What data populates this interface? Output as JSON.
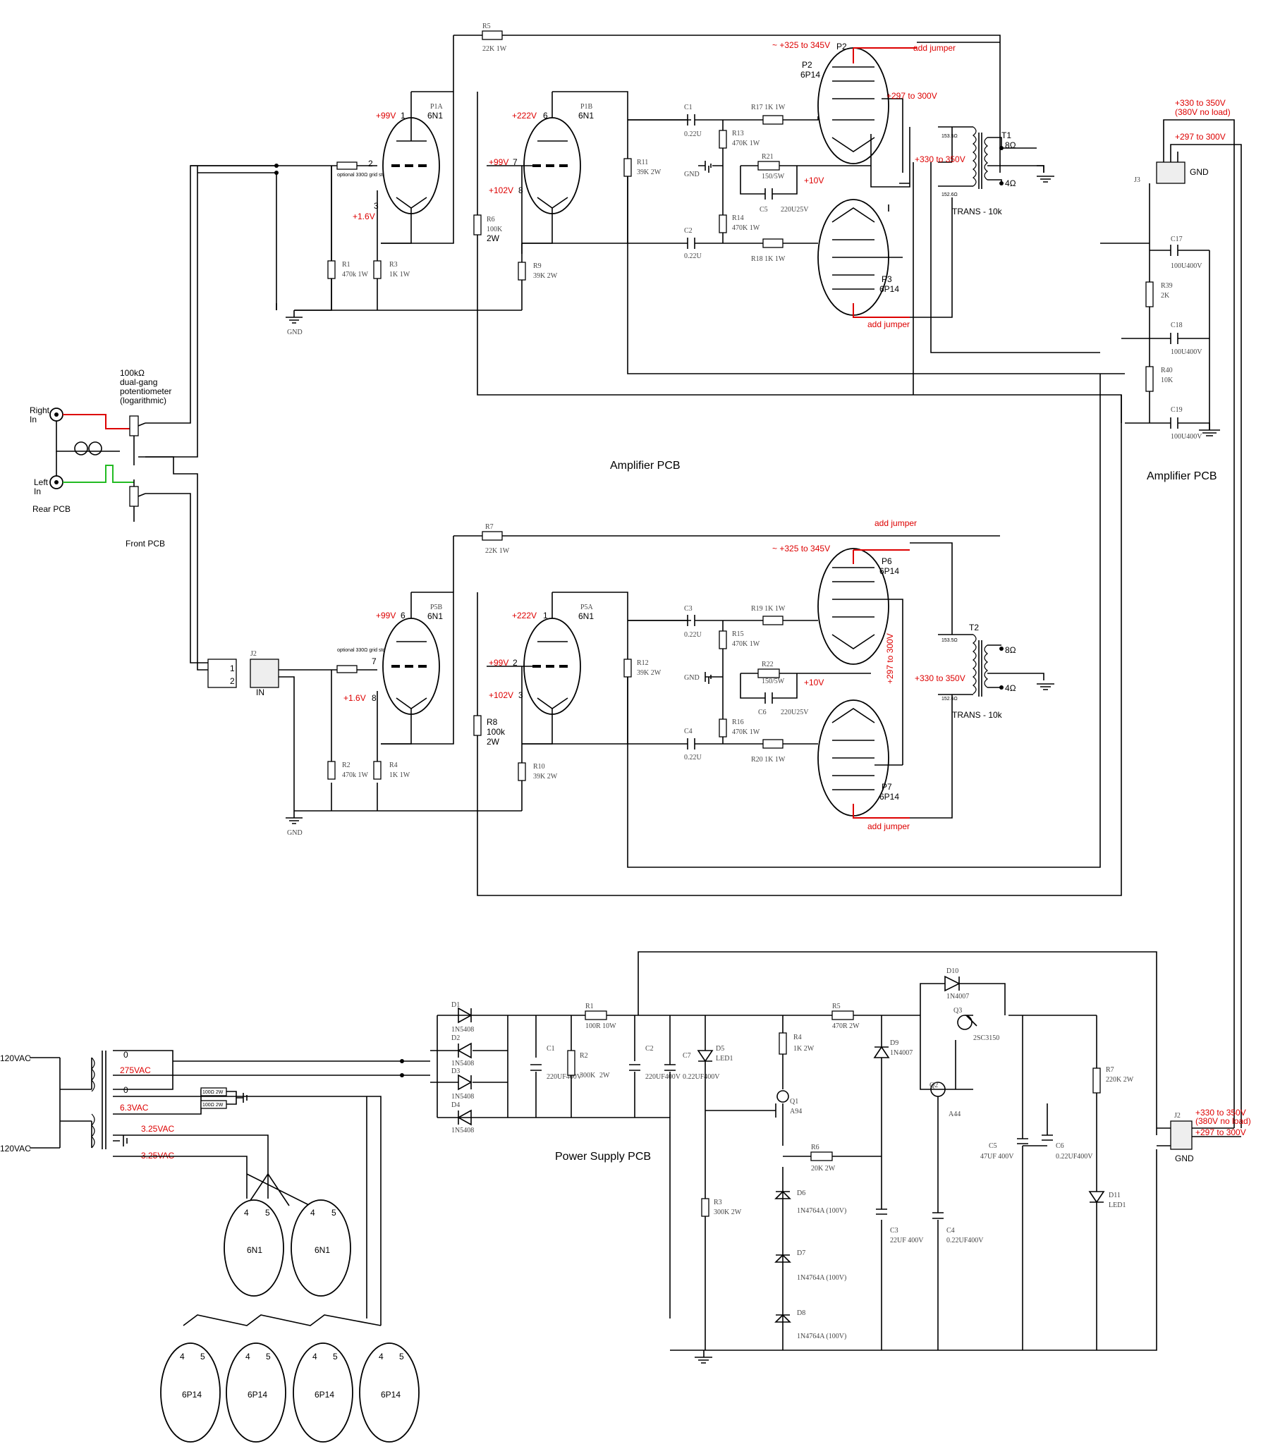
{
  "sections": {
    "amp_top": "Amplifier PCB",
    "amp_side": "Amplifier PCB",
    "power": "Power Supply PCB",
    "rear_pcb": "Rear PCB",
    "front_pcb": "Front PCB"
  },
  "inputs": {
    "right": "Right",
    "right_in": "In",
    "left": "Left",
    "left_in": "In",
    "pot_1": "100kΩ",
    "pot_2": "dual-gang",
    "pot_3": "potentiometer",
    "pot_4": "(logarithmic)"
  },
  "ch1": {
    "r5": "R5",
    "r5v": "22K  1W",
    "p1a": "P1A",
    "p1a_t": "6N1",
    "p1b": "P1B",
    "p1b_t": "6N1",
    "v_p1a": "+99V",
    "v_p1a_pin": "1",
    "v_p1b": "+222V",
    "v_p1b_pin": "6",
    "v_g": "+99V",
    "v_g_pin": "7",
    "v_k": "+102V",
    "v_k_pin": "8",
    "v_k1": "+1.6V",
    "k1_pin": "3",
    "g1_pin": "2",
    "stopper": "optional 330Ω grid stopper",
    "c1": "C1",
    "c1v": "0.22U",
    "c2": "C2",
    "c2v": "0.22U",
    "r17": "R17  1K  1W",
    "r18": "R18  1K  1W",
    "r13": "R13",
    "r13v": "470K  1W",
    "r14": "R14",
    "r14v": "470K  1W",
    "r21": "R21",
    "r21v": "150/5W",
    "c5": "C5",
    "c5v": "220U25V",
    "r11": "R11",
    "r11v": "39K  2W",
    "r6": "R6",
    "r6v": "100K",
    "r6w": "2W",
    "r9": "R9",
    "r9v": "39K  2W",
    "r1": "R1",
    "r1v": "470k  1W",
    "r3": "R3",
    "r3v": "1K  1W",
    "gnd": "GND",
    "p2": "P2",
    "p2_t": "6P14",
    "p3": "P3",
    "p3_t": "6P14",
    "v_plate": "~ +325 to 345V",
    "v_scr": "+297 to 300V",
    "v_b": "+330 to 350V",
    "v_10": "+10V",
    "jumper": "add jumper",
    "t1": "T1",
    "t1_trans": "TRANS - 10k",
    "ohm1": "153.5Ω",
    "ohm2": "152.6Ω",
    "o8": "8Ω",
    "o4": "4Ω",
    "p2_lab": "P2"
  },
  "ch2": {
    "r7": "R7",
    "r7v": "22K  1W",
    "p5b": "P5B",
    "p5b_t": "6N1",
    "p5a": "P5A",
    "p5a_t": "6N1",
    "v_p5b": "+99V",
    "p5b_pin": "6",
    "v_p5a": "+222V",
    "p5a_pin": "1",
    "v_g": "+99V",
    "g_pin": "2",
    "v_k": "+102V",
    "k_pin": "3",
    "v_k1": "+1.6V",
    "k1_pin": "8",
    "g1_pin": "7",
    "stopper": "optional 330Ω grid stopper",
    "j2": "J2",
    "j2_in": "IN",
    "c3": "C3",
    "c3v": "0.22U",
    "c4": "C4",
    "c4v": "0.22U",
    "r19": "R19  1K  1W",
    "r20": "R20  1K  1W",
    "r15": "R15",
    "r15v": "470K  1W",
    "r16": "R16",
    "r16v": "470K  1W",
    "r22": "R22",
    "r22v": "150/5W",
    "c6": "C6",
    "c6v": "220U25V",
    "r12": "R12",
    "r12v": "39K  2W",
    "r8": "R8",
    "r8v": "100k",
    "r8w": "2W",
    "r10": "R10",
    "r10v": "39K  2W",
    "r2": "R2",
    "r2v": "470k  1W",
    "r4": "R4",
    "r4v": "1K  1W",
    "p6": "P6",
    "p6_t": "6P14",
    "p7": "P7",
    "p7_t": "6P14",
    "t2": "T2"
  },
  "j3": {
    "label": "J3",
    "gnd": "GND",
    "v1": "+330 to 350V",
    "v1b": "(380V no load)",
    "v2": "+297 to 300V",
    "c17": "C17",
    "c17v": "100U400V",
    "c18": "C18",
    "c18v": "100U400V",
    "c19": "C19",
    "c19v": "100U400V",
    "r39": "R39",
    "r39v": "2K",
    "r40": "R40",
    "r40v": "10K"
  },
  "psu": {
    "ac1": "120VAC",
    "ac2": "120VAC",
    "s0a": "0",
    "s275": "275VAC",
    "s0b": "0",
    "s63": "6.3VAC",
    "s325a": "3.25VAC",
    "s325b": "3.25VAC",
    "r100a": "100Ω 2W",
    "r100b": "100Ω 2W",
    "d1": "D1",
    "d2": "D2",
    "d3": "D3",
    "d4": "D4",
    "dv": "1N5408",
    "r1": "R1",
    "r1v": "100R 10W",
    "c1": "C1",
    "c1v": "220UF400V",
    "r2": "R2",
    "r2v": "300K",
    "r2w": "2W",
    "c2": "C2",
    "c2v": "220UF400V",
    "c7": "C7",
    "c7v": "0.22UF400V",
    "d5": "D5",
    "d5v": "LED1",
    "r3": "R3",
    "r3v": "300K  2W",
    "r4": "R4",
    "r4v": "1K  2W",
    "q1": "Q1",
    "q1v": "A94",
    "r6": "R6",
    "r6v": "20K  2W",
    "d6": "D6",
    "d7": "D7",
    "d8": "D8",
    "dzv": "1N4764A  (100V)",
    "r5": "R5",
    "r5v": "470R  2W",
    "d9": "D9",
    "d9v": "1N4007",
    "c3": "C3",
    "c3v": "22UF 400V",
    "d10": "D10",
    "d10v": "1N4007",
    "q3": "Q3",
    "q3v": "2SC3150",
    "q2": "Q2",
    "q2v": "A44",
    "c4": "C4",
    "c4v": "0.22UF400V",
    "c5": "C5",
    "c5v": "47UF 400V",
    "c6": "C6",
    "c6v": "0.22UF400V",
    "r7": "R7",
    "r7v": "220K  2W",
    "d11": "D11",
    "d11v": "LED1",
    "j2": "J2",
    "j2v1": "+330 to 350V",
    "j2v1b": "(380V no load)",
    "j2v2": "+297 to 300V",
    "j2gnd": "GND"
  },
  "heaters": {
    "t1": "6N1",
    "t2": "6N1",
    "t3": "6P14",
    "t4": "6P14",
    "t5": "6P14",
    "t6": "6P14",
    "p4": "4",
    "p5": "5"
  }
}
